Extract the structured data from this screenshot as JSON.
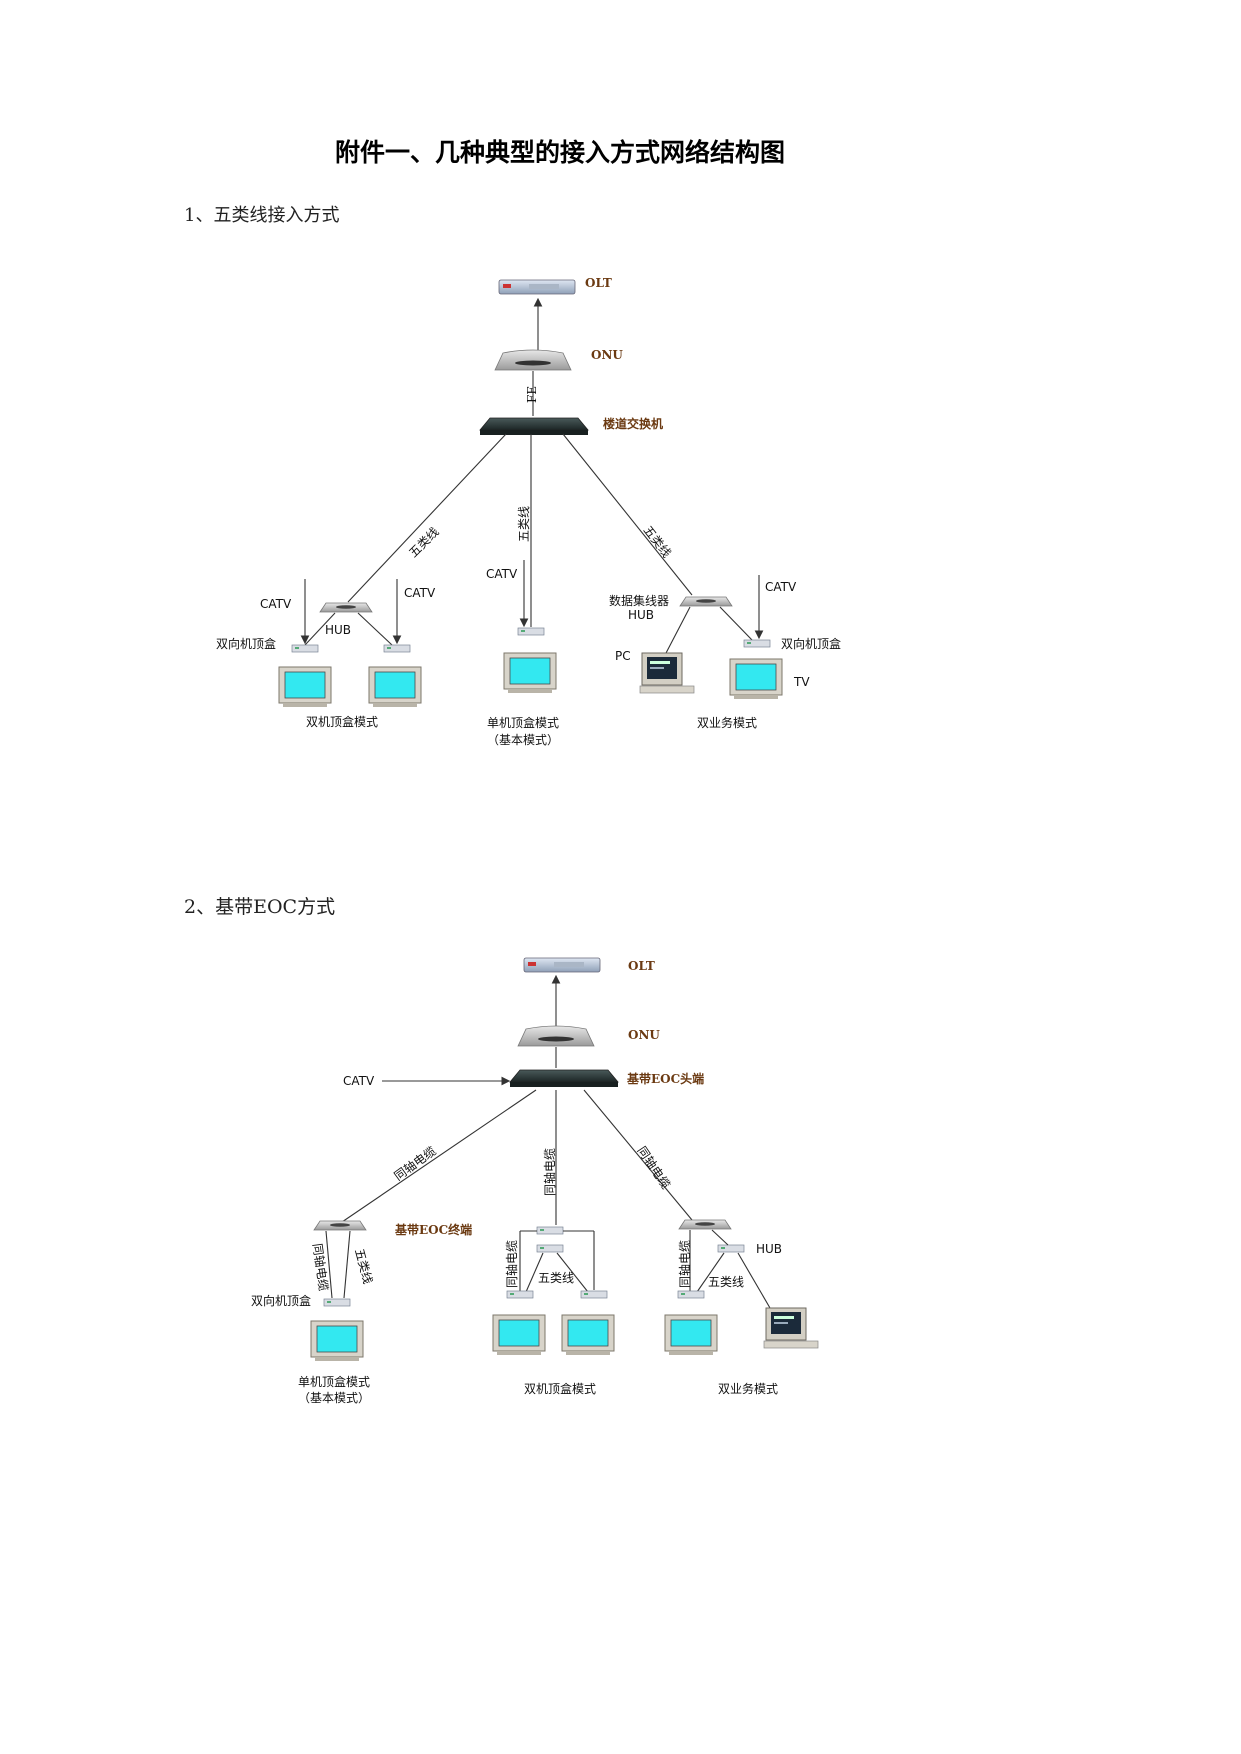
{
  "title": "附件一、几种典型的接入方式网络结构图",
  "section1": {
    "heading": "1、五类线接入方式",
    "olt": "OLT",
    "onu": "ONU",
    "fe": "FE",
    "switch": "楼道交换机",
    "cable_left": "五类线",
    "cable_mid": "五类线",
    "cable_right": "五类线",
    "catv_l1": "CATV",
    "catv_l2": "CATV",
    "catv_mid": "CATV",
    "catv_right": "CATV",
    "hub_left": "HUB",
    "stb_left": "双向机顶盒",
    "hub_right_1": "数据集线器",
    "hub_right_2": "HUB",
    "pc": "PC",
    "stb_right": "双向机顶盒",
    "tv": "TV",
    "mode_left": "双机顶盒模式",
    "mode_mid_1": "单机顶盒模式",
    "mode_mid_2": "（基本模式）",
    "mode_right": "双业务模式"
  },
  "section2": {
    "heading": "2、基带EOC方式",
    "olt": "OLT",
    "onu": "ONU",
    "catv": "CATV",
    "head": "基带EOC头端",
    "cable_left": "同轴电缆",
    "cable_mid": "同轴电缆",
    "cable_right": "同轴电缆",
    "terminal": "基带EOC终端",
    "left_coax": "同轴电缆",
    "left_cat5": "五类线",
    "stb_left": "双向机顶盒",
    "mid_coax": "同轴电缆",
    "mid_cat5": "五类线",
    "right_coax": "同轴电缆",
    "right_cat5": "五类线",
    "hub": "HUB",
    "mode_left_1": "单机顶盒模式",
    "mode_left_2": "（基本模式）",
    "mode_mid": "双机顶盒模式",
    "mode_right": "双业务模式"
  },
  "colors": {
    "screen": "#33e8f0",
    "label_bold": "#6b3a12"
  }
}
